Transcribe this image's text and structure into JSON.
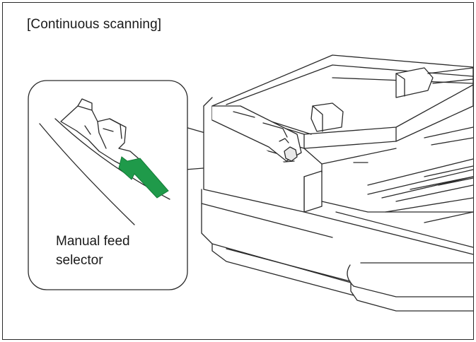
{
  "figure": {
    "heading": "[Continuous scanning]",
    "callout_label_line1": "Manual feed",
    "callout_label_line2": "selector"
  },
  "colors": {
    "line": "#2a2a2a",
    "arrow_fill": "#1f9a4a",
    "shade": "#e9e9e9",
    "background": "#ffffff"
  },
  "icons": {
    "direction_arrow": "green-push-arrow-icon"
  }
}
